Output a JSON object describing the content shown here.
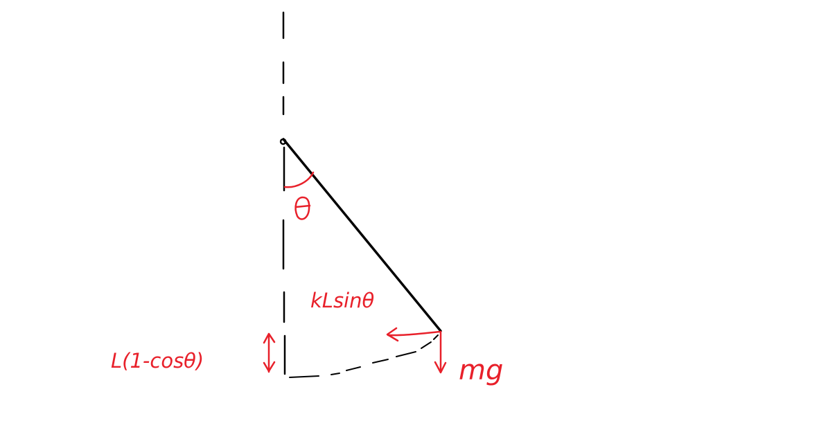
{
  "diagram": {
    "colors": {
      "ink": "#000000",
      "annotation": "#e8202a",
      "background": "#ffffff"
    },
    "labels": {
      "angle": "θ",
      "spring_force": "kLsinθ",
      "height": "L(1-cosθ)",
      "weight": "mg"
    }
  }
}
